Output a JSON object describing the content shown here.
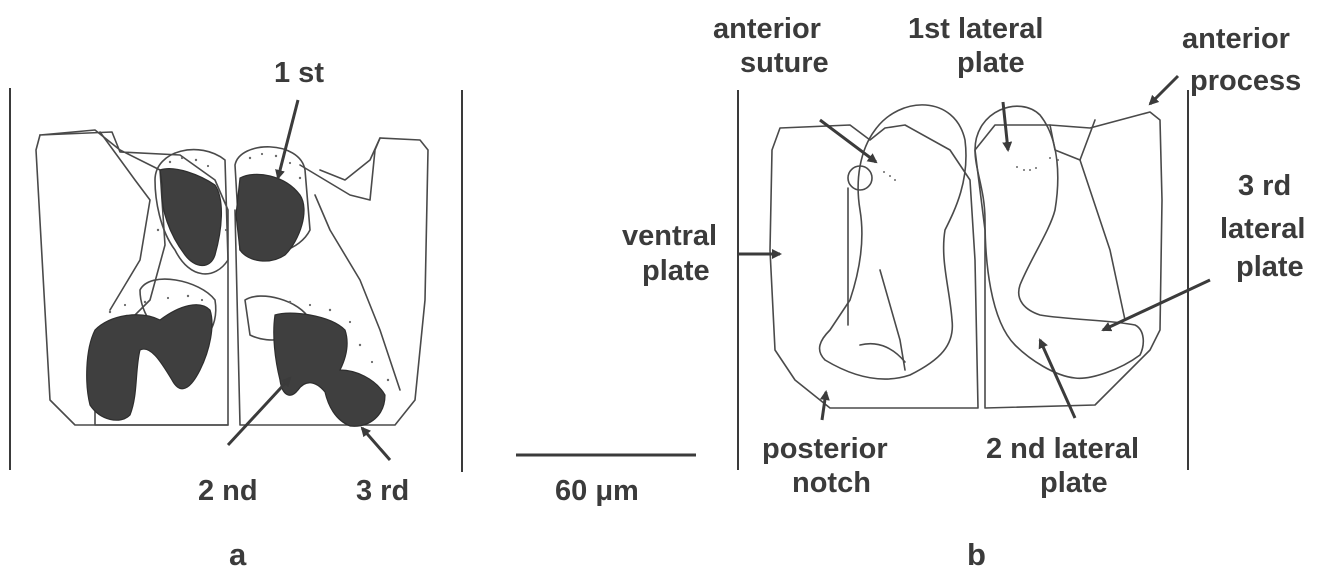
{
  "panel_a": {
    "label": "a",
    "annotations": {
      "first": "1 st",
      "second": "2 nd",
      "third": "3 rd"
    }
  },
  "scale_bar": {
    "label": "60 μm"
  },
  "panel_b": {
    "label": "b",
    "annotations": {
      "anterior_suture_1": "anterior",
      "anterior_suture_2": "suture",
      "first_lateral_1": "1st lateral",
      "first_lateral_2": "plate",
      "anterior_process_1": "anterior",
      "anterior_process_2": "process",
      "ventral_plate_1": "ventral",
      "ventral_plate_2": "plate",
      "third_lateral_1": "3 rd",
      "third_lateral_2": "lateral",
      "third_lateral_3": "plate",
      "posterior_notch_1": "posterior",
      "posterior_notch_2": "notch",
      "second_lateral_1": "2 nd lateral",
      "second_lateral_2": "plate"
    }
  },
  "colors": {
    "ink": "#3b3b3b",
    "shading": "#3f3f3f",
    "background": "#ffffff"
  }
}
